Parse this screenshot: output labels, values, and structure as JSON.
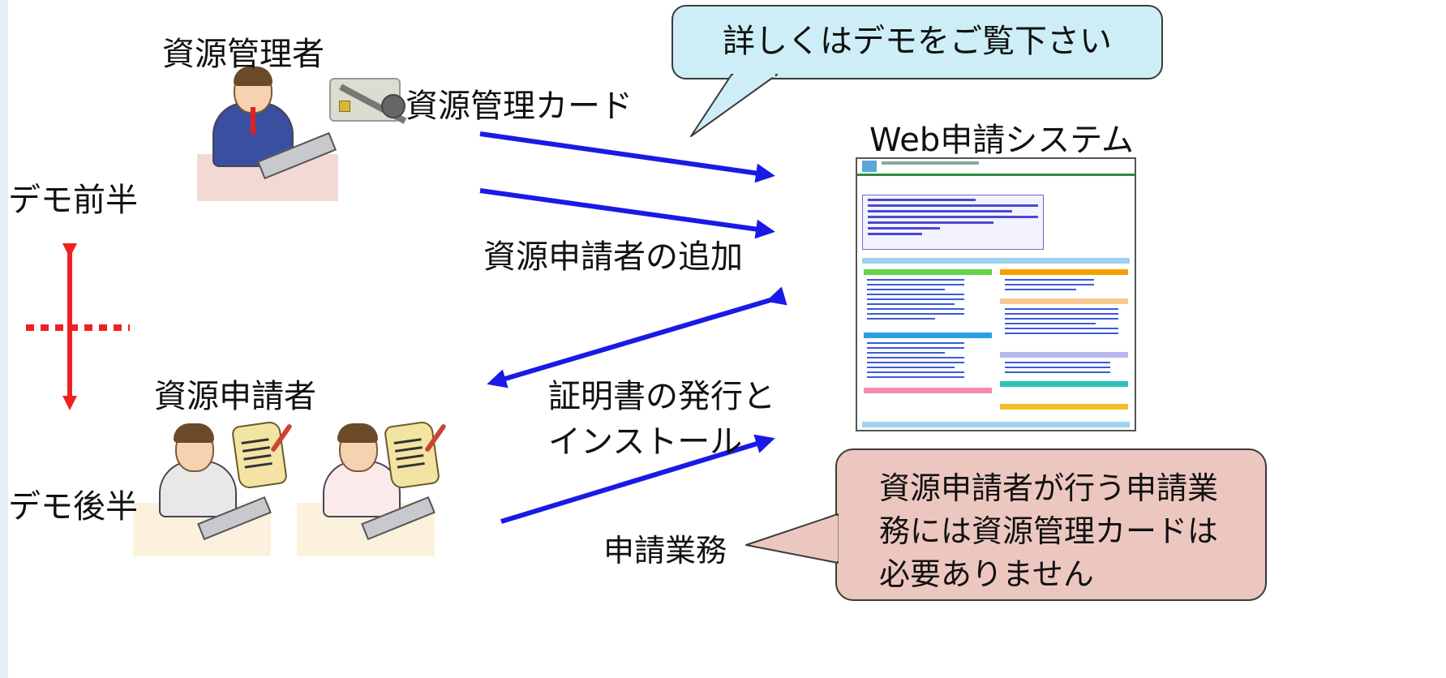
{
  "labels": {
    "resource_manager": "資源管理者",
    "resource_manager_card": "資源管理カード",
    "web_system": "Web申請システム",
    "demo_first_half": "デモ前半",
    "add_applicant": "資源申請者の追加",
    "resource_applicant": "資源申請者",
    "cert_issue_line1": "証明書の発行と",
    "cert_issue_line2": "インストール",
    "demo_second_half": "デモ後半",
    "application_work": "申請業務"
  },
  "callouts": {
    "demo_note": "詳しくはデモをご覧下さい",
    "note_line1": "資源申請者が行う申請業",
    "note_line2": "務には資源管理カードは",
    "note_line3": "必要ありません"
  },
  "colors": {
    "arrow_blue": "#1a1ae6",
    "arrow_red": "#ee2222",
    "callout_cyan": "#cdeef6",
    "callout_rose": "#ecc7c0"
  }
}
